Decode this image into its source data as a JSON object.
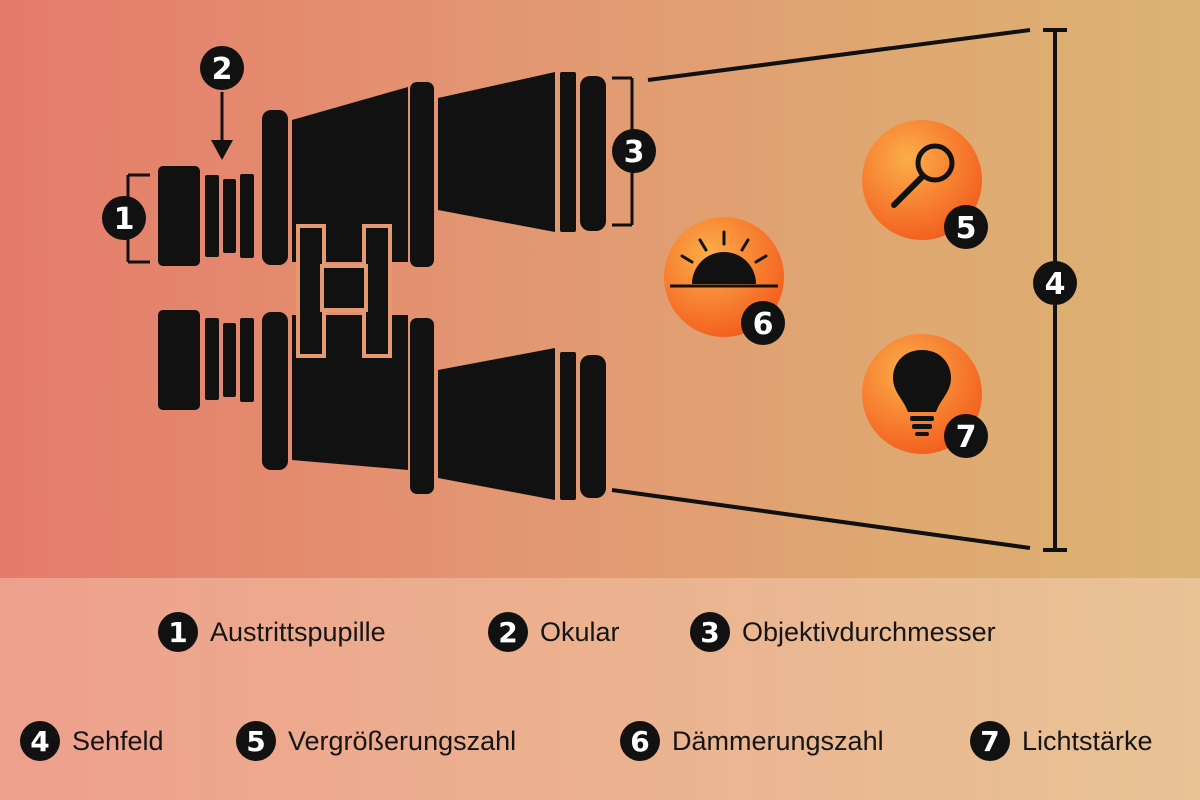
{
  "markers": {
    "m1": "1",
    "m2": "2",
    "m3": "3",
    "m4": "4",
    "m5": "5",
    "m6": "6",
    "m7": "7"
  },
  "legend": {
    "items": [
      {
        "number": "1",
        "label": "Austrittspupille"
      },
      {
        "number": "2",
        "label": "Okular"
      },
      {
        "number": "3",
        "label": "Objektivdurchmesser"
      },
      {
        "number": "4",
        "label": "Sehfeld"
      },
      {
        "number": "5",
        "label": "Vergrößerungszahl"
      },
      {
        "number": "6",
        "label": "Dämmerungszahl"
      },
      {
        "number": "7",
        "label": "Lichtstärke"
      }
    ]
  },
  "icons": {
    "magnifier": "magnifier-icon",
    "sunrise": "sunrise-icon",
    "lightbulb": "lightbulb-icon"
  },
  "colors": {
    "accent_orange": "#f2601e",
    "accent_orange_light": "#fba040",
    "ink": "#111111"
  }
}
